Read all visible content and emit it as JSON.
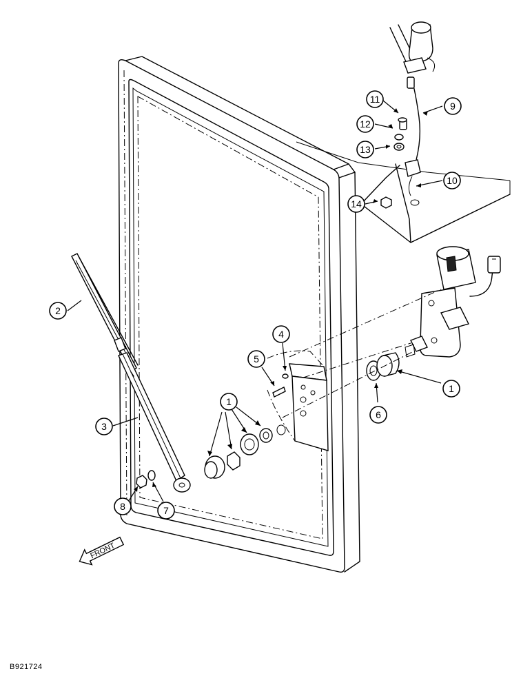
{
  "diagram": {
    "callouts": [
      {
        "id": "callout-1a",
        "label": "1"
      },
      {
        "id": "callout-1b",
        "label": "1"
      },
      {
        "id": "callout-2",
        "label": "2"
      },
      {
        "id": "callout-3",
        "label": "3"
      },
      {
        "id": "callout-4",
        "label": "4"
      },
      {
        "id": "callout-5",
        "label": "5"
      },
      {
        "id": "callout-6",
        "label": "6"
      },
      {
        "id": "callout-7",
        "label": "7"
      },
      {
        "id": "callout-8",
        "label": "8"
      },
      {
        "id": "callout-9",
        "label": "9"
      },
      {
        "id": "callout-10",
        "label": "10"
      },
      {
        "id": "callout-11",
        "label": "11"
      },
      {
        "id": "callout-12",
        "label": "12"
      },
      {
        "id": "callout-13",
        "label": "13"
      },
      {
        "id": "callout-14",
        "label": "14"
      }
    ],
    "front_arrow_label": "FRONT",
    "figure_id": "B921724"
  }
}
